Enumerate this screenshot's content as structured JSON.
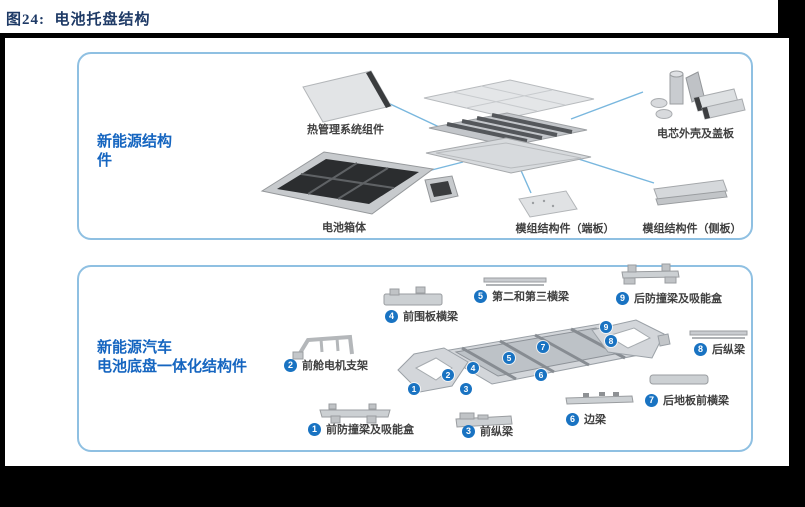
{
  "title": "图24:  电池托盘结构",
  "colors": {
    "title_navy": "#1e3a66",
    "heading_blue": "#1565c0",
    "panel_border_blue": "#8fc0e2",
    "badge_blue": "#1973c2",
    "leader_line_blue": "#79b7de",
    "label_gray": "#404040"
  },
  "panel1": {
    "heading_line1": "新能源结构",
    "heading_line2": "件",
    "items": [
      {
        "label": "热管理系统组件"
      },
      {
        "label": "电池箱体"
      },
      {
        "label": "电芯外壳及盖板"
      },
      {
        "label": "模组结构件（端板）"
      },
      {
        "label": "模组结构件（侧板）"
      }
    ]
  },
  "panel2": {
    "heading_line1": "新能源汽车",
    "heading_line2": "电池底盘一体化结构件",
    "items": [
      {
        "num": "1",
        "label": "前防撞梁及吸能盒"
      },
      {
        "num": "2",
        "label": "前舱电机支架"
      },
      {
        "num": "3",
        "label": "前纵梁"
      },
      {
        "num": "4",
        "label": "前围板横梁"
      },
      {
        "num": "5",
        "label": "第二和第三横梁"
      },
      {
        "num": "6",
        "label": "边梁"
      },
      {
        "num": "7",
        "label": "后地板前横梁"
      },
      {
        "num": "8",
        "label": "后纵梁"
      },
      {
        "num": "9",
        "label": "后防撞梁及吸能盒"
      }
    ]
  }
}
